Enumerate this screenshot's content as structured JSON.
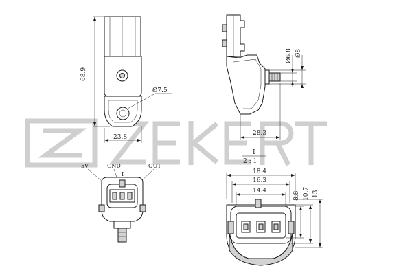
{
  "brand": {
    "logo_text": "ZEKERT"
  },
  "front_view": {
    "height_dim": "68.9",
    "hole_dim": "Ø7.5",
    "width_dim": "23.8"
  },
  "side_view": {
    "dia1_dim": "Ø6.8",
    "dia2_dim": "Ø8",
    "depth_dim": "28.3"
  },
  "scale_note": {
    "detail": "I",
    "ratio": "2 : 1"
  },
  "pin_view": {
    "pin_5v": "5V",
    "pin_gnd": "GND",
    "pin_out": "OUT",
    "detail_mark": "I"
  },
  "connector_detail": {
    "w1": "18.4",
    "w2": "16.3",
    "w3": "14.4",
    "h1": "8.8",
    "h2": "10.7",
    "h3": "13"
  },
  "colors": {
    "line": "#1a1a1a",
    "shade": "#d2d2d2",
    "watermark": "#cfcfcf"
  }
}
